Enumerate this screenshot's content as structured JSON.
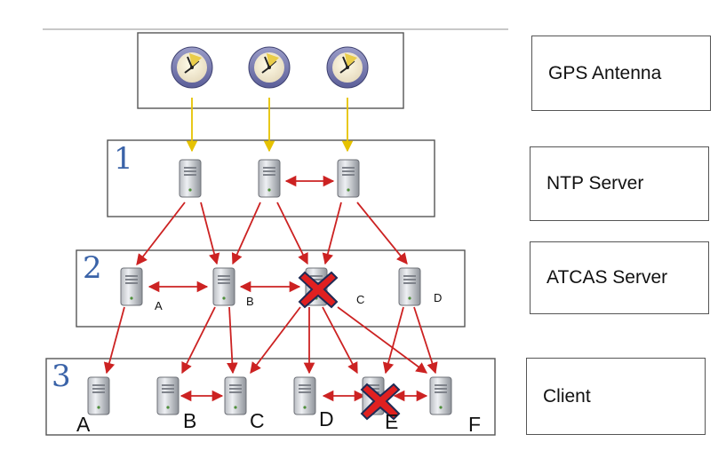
{
  "legend": {
    "gps": "GPS Antenna",
    "ntp": "NTP Server",
    "atcas": "ATCAS Server",
    "client": "Client"
  },
  "tiers": {
    "t1": "1",
    "t2": "2",
    "t3": "3"
  },
  "atcas_labels": [
    "A",
    "B",
    "C",
    "D"
  ],
  "client_labels": [
    "A",
    "B",
    "C",
    "D",
    "E",
    "F"
  ],
  "colors": {
    "sync_arrow": "#cc2222",
    "gps_arrow": "#e6c200",
    "tier_number": "#3a63a8",
    "failure_mark": "#e02020"
  },
  "icons": {
    "clock": "gps-clock-icon",
    "server": "server-tower-icon",
    "failure": "red-x-failure-icon"
  }
}
